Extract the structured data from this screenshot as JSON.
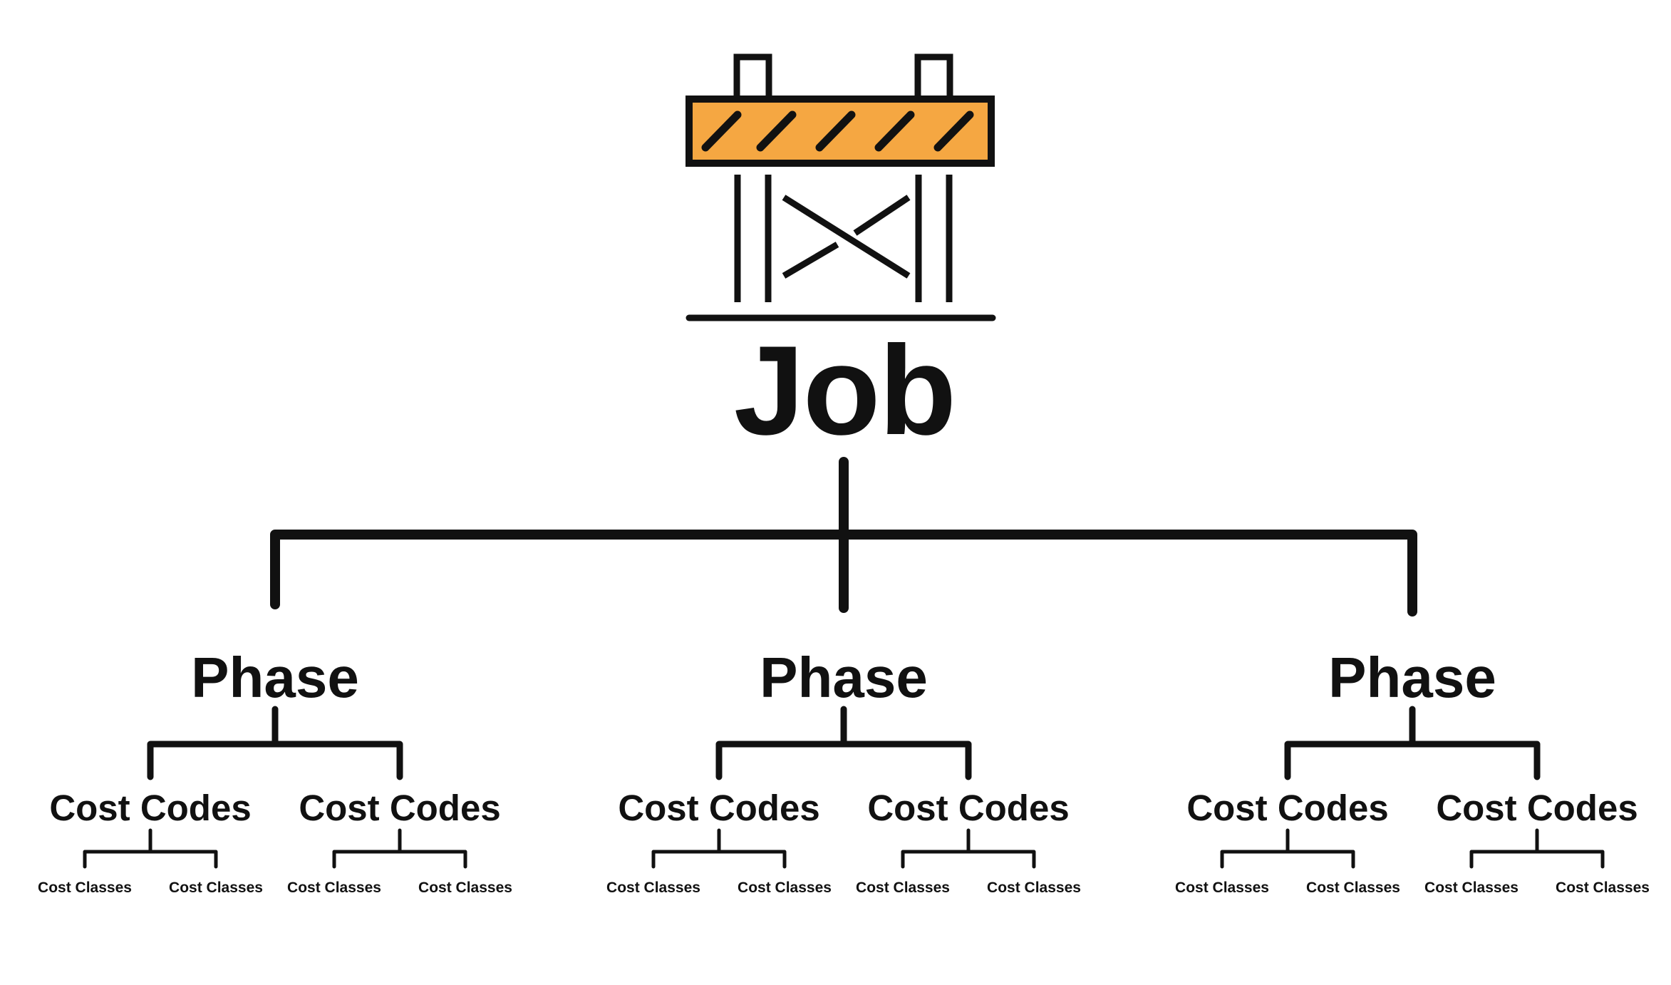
{
  "root": {
    "label": "Job",
    "icon": "construction-barrier-icon"
  },
  "colors": {
    "barrier_fill": "#F5A742",
    "ink": "#111111",
    "background": "#FFFFFF"
  },
  "phases": [
    {
      "label": "Phase",
      "cost_codes": [
        {
          "label": "Cost Codes",
          "cost_classes": [
            "Cost Classes",
            "Cost Classes"
          ]
        },
        {
          "label": "Cost Codes",
          "cost_classes": [
            "Cost Classes",
            "Cost Classes"
          ]
        }
      ]
    },
    {
      "label": "Phase",
      "cost_codes": [
        {
          "label": "Cost Codes",
          "cost_classes": [
            "Cost Classes",
            "Cost Classes"
          ]
        },
        {
          "label": "Cost Codes",
          "cost_classes": [
            "Cost Classes",
            "Cost Classes"
          ]
        }
      ]
    },
    {
      "label": "Phase",
      "cost_codes": [
        {
          "label": "Cost Codes",
          "cost_classes": [
            "Cost Classes",
            "Cost Classes"
          ]
        },
        {
          "label": "Cost Codes",
          "cost_classes": [
            "Cost Classes",
            "Cost Classes"
          ]
        }
      ]
    }
  ]
}
